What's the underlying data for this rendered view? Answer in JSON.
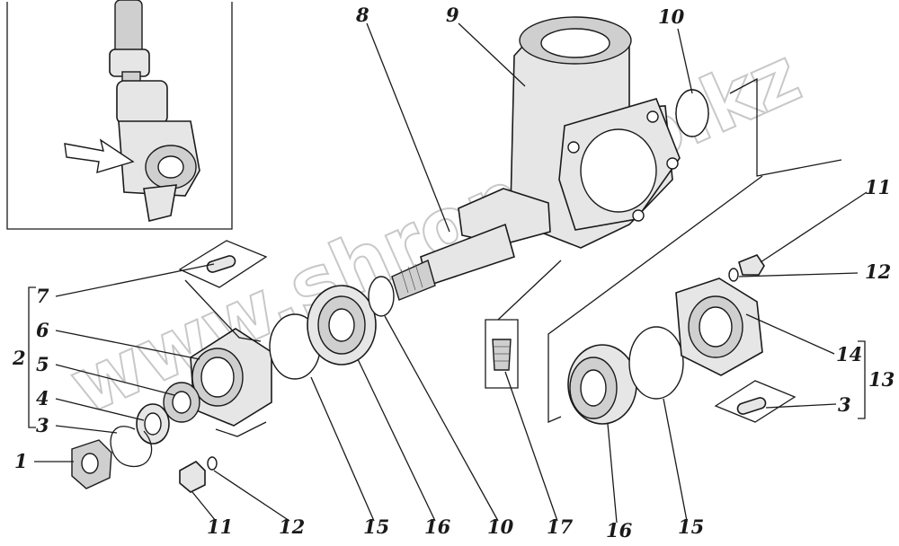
{
  "watermark": "www.shron-too.kz",
  "callouts": {
    "n1": "1",
    "n2": "2",
    "n3a": "3",
    "n3b": "3",
    "n4": "4",
    "n5": "5",
    "n6": "6",
    "n7": "7",
    "n8": "8",
    "n9": "9",
    "n10a": "10",
    "n10b": "10",
    "n11a": "11",
    "n11b": "11",
    "n12a": "12",
    "n12b": "12",
    "n13": "13",
    "n14": "14",
    "n15a": "15",
    "n15b": "15",
    "n16a": "16",
    "n16b": "16",
    "n17": "17"
  }
}
